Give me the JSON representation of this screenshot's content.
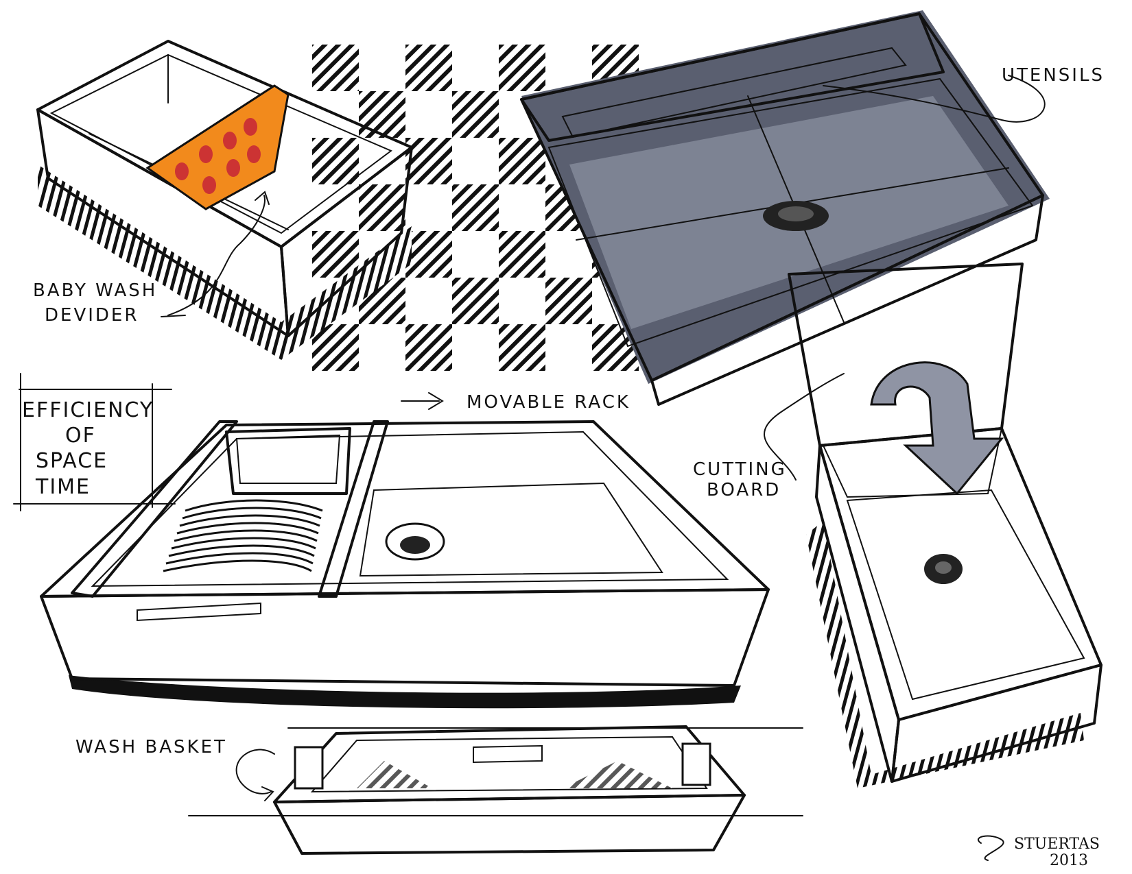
{
  "labels": {
    "baby_wash_line1": "BABY WASH",
    "baby_wash_line2": "DEVIDER",
    "efficiency_line1": "EFFICIENCY",
    "efficiency_line2": "OF",
    "efficiency_line3": "SPACE",
    "efficiency_line4": "TIME",
    "movable_rack": "MOVABLE RACK",
    "utensils": "UTENSILS",
    "cutting_board_line1": "CUTTING",
    "cutting_board_line2": "BOARD",
    "wash_basket": "WASH BASKET"
  },
  "signature": {
    "name": "STUERTAS",
    "year": "2013"
  },
  "colors": {
    "ink": "#111111",
    "marker_orange": "#f28a1c",
    "marker_grey": "#b9bcc7",
    "paper": "#ffffff"
  }
}
